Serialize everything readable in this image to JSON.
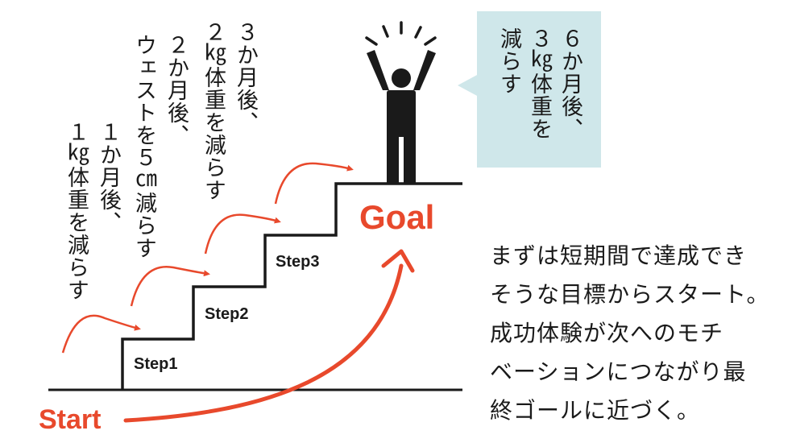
{
  "colors": {
    "accent": "#e8492c",
    "ink": "#1a1a1a",
    "callout_bg": "#cfe7ea"
  },
  "labels": {
    "start": "Start",
    "goal": "Goal",
    "step1": "Step1",
    "step2": "Step2",
    "step3": "Step3"
  },
  "milestones": [
    {
      "text": "１か月後、\n１㎏体重を減らす"
    },
    {
      "text": "２か月後、\nウェストを５㎝減らす"
    },
    {
      "text": "３か月後、\n２㎏体重を減らす"
    }
  ],
  "callout": {
    "text": "６か月後、\n３㎏体重を\n減らす"
  },
  "summary": {
    "lines": [
      "まずは短期間で達成でき",
      "そうな目標からスタート。",
      "成功体験が次へのモチ",
      "ベーションにつながり最",
      "終ゴールに近づく。"
    ]
  },
  "icons": {
    "figure": "cheering-person-icon",
    "burst": "celebration-burst-icon"
  }
}
